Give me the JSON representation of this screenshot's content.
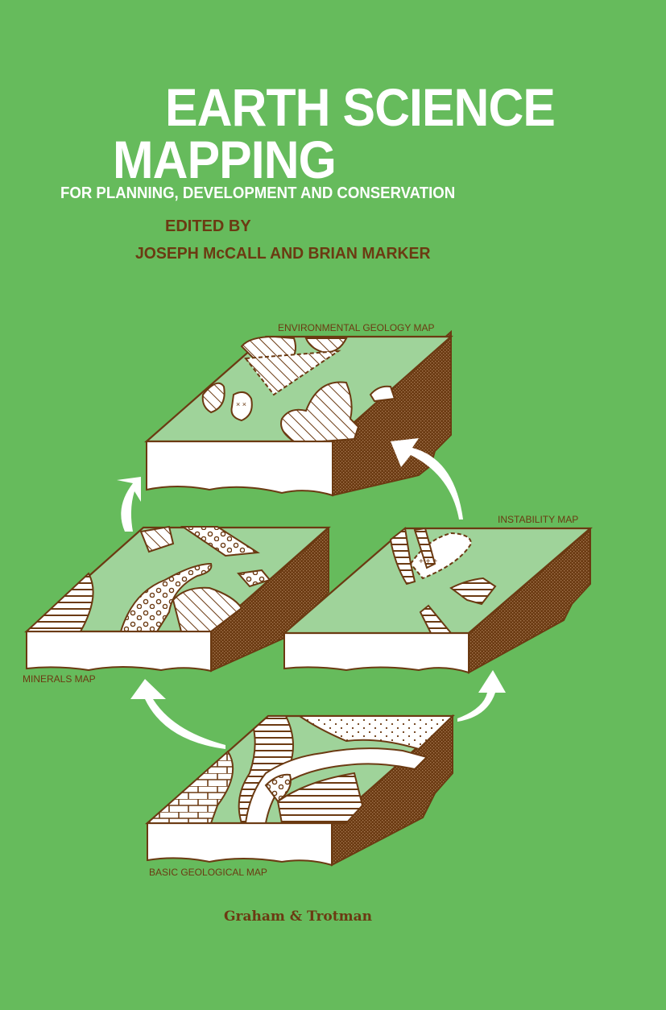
{
  "cover": {
    "title_line1": "EARTH SCIENCE",
    "title_line2": "MAPPING",
    "subtitle": "FOR PLANNING, DEVELOPMENT AND CONSERVATION",
    "edited_by": "EDITED BY",
    "editors": "JOSEPH McCALL AND BRIAN MARKER",
    "publisher": "Graham & Trotman"
  },
  "diagram": {
    "blocks": [
      {
        "label": "ENVIRONMENTAL GEOLOGY MAP"
      },
      {
        "label": "MINERALS MAP"
      },
      {
        "label": "INSTABILITY MAP"
      },
      {
        "label": "BASIC GEOLOGICAL MAP"
      }
    ],
    "flow": [
      "BASIC GEOLOGICAL MAP -> MINERALS MAP",
      "BASIC GEOLOGICAL MAP -> INSTABILITY MAP",
      "MINERALS MAP -> ENVIRONMENTAL GEOLOGY MAP",
      "INSTABILITY MAP -> ENVIRONMENTAL GEOLOGY MAP"
    ]
  },
  "colors": {
    "background": "#66bb5c",
    "map_surface": "#9fd39a",
    "outline": "#6b3a12",
    "title_text": "#ffffff"
  }
}
